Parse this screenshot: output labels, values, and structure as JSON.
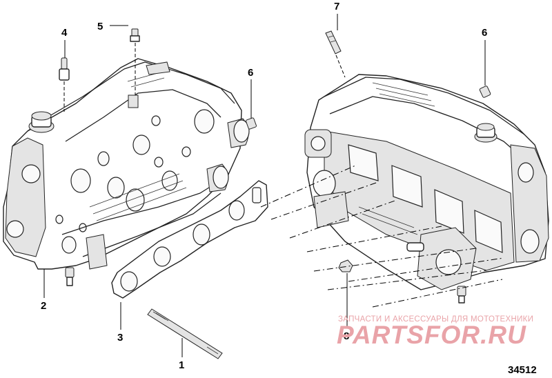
{
  "callouts": {
    "c1": "1",
    "c2": "2",
    "c3": "3",
    "c4": "4",
    "c5": "5",
    "c6a": "6",
    "c6b": "6",
    "c7": "7",
    "c8": "8"
  },
  "watermark": {
    "tagline": "ЗАПЧАСТИ И АКСЕССУАРЫ ДЛЯ МОТОТЕХНИКИ",
    "logo": "PARTSFOR.RU"
  },
  "figure_id": "34512"
}
